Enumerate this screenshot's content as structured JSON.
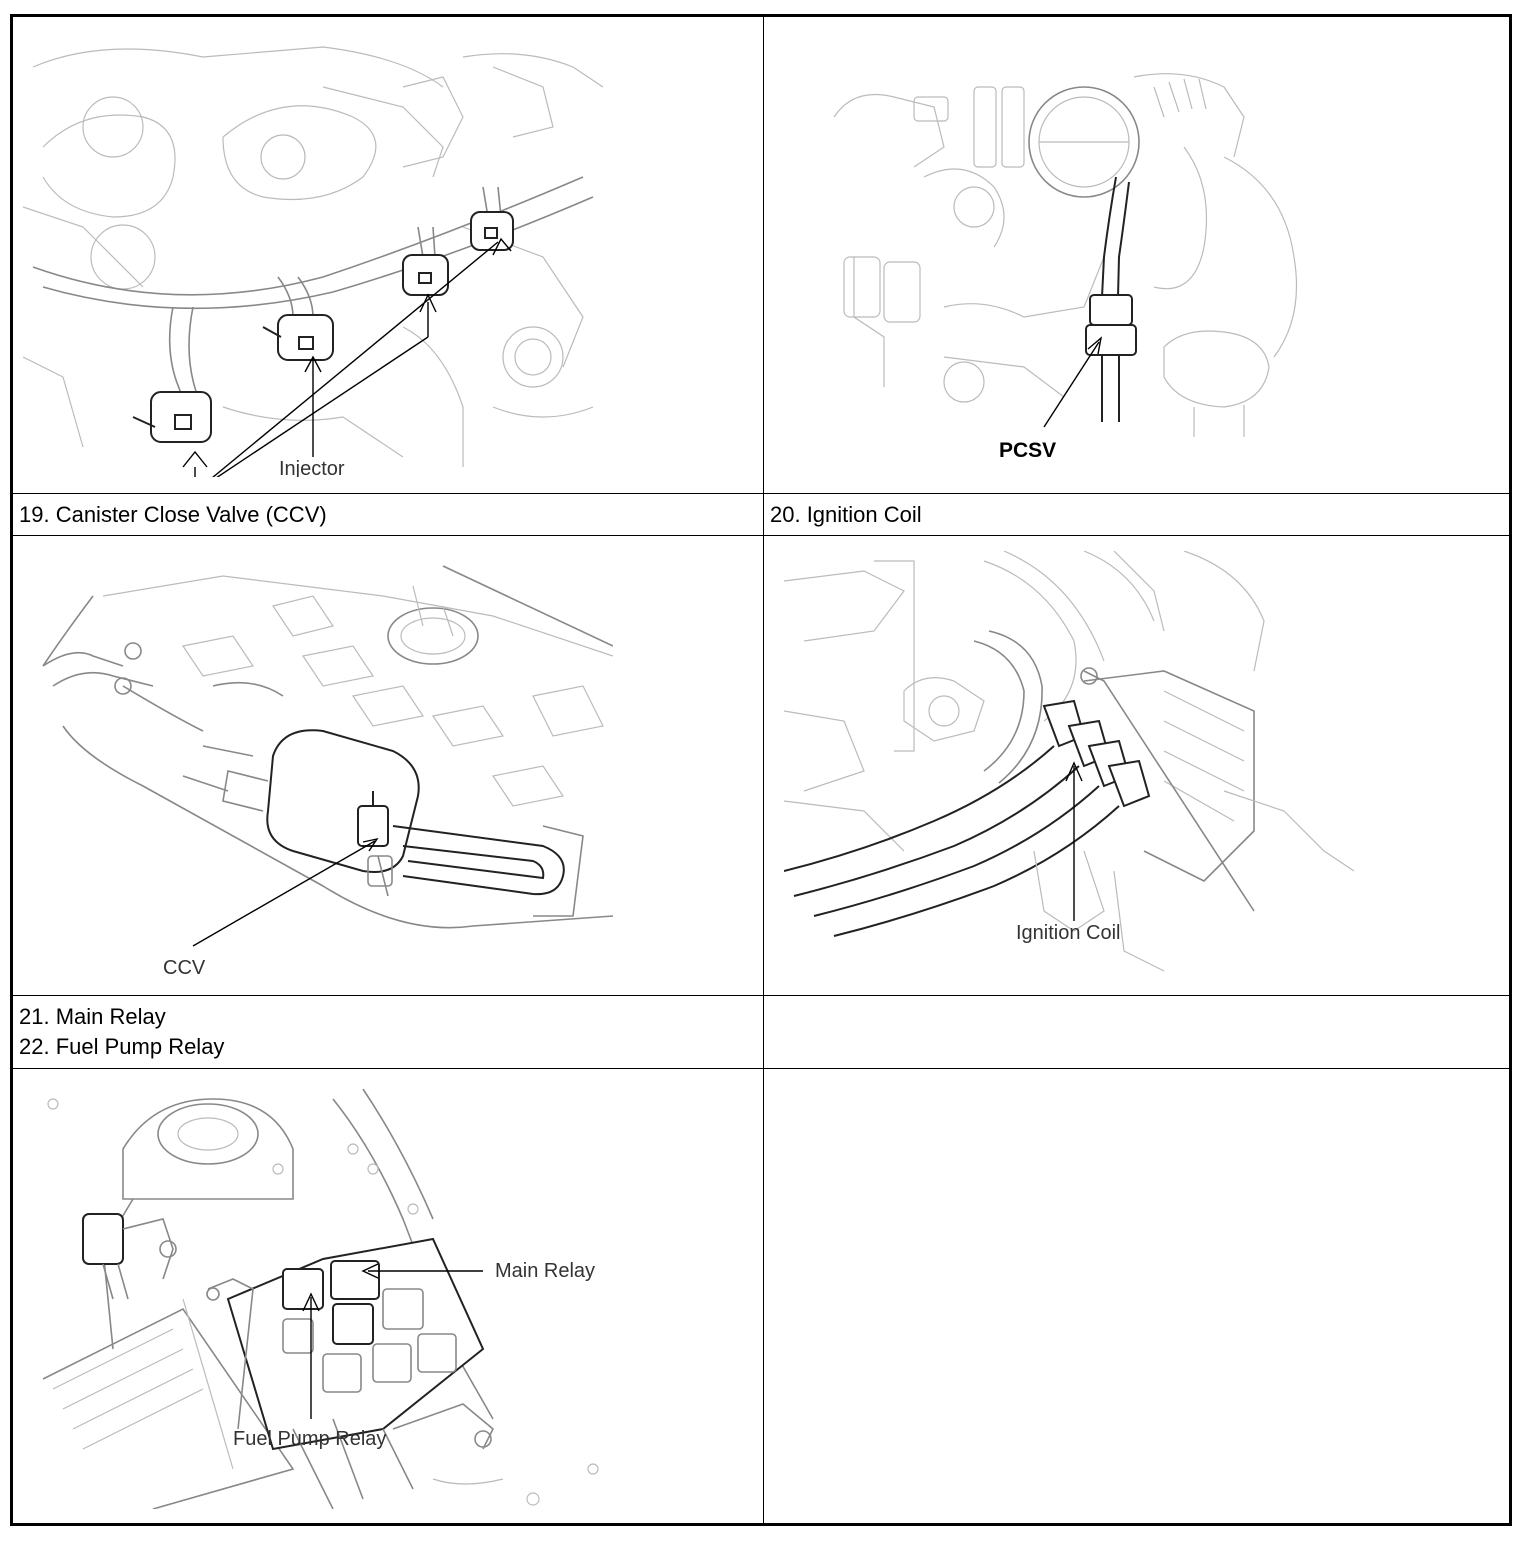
{
  "rows": [
    {
      "captions": [
        {
          "lines": [
            "19. Canister Close Valve (CCV)"
          ]
        },
        {
          "lines": [
            "20. Ignition Coil"
          ]
        }
      ]
    },
    {
      "captions": [
        {
          "lines": [
            "21. Main Relay",
            "22. Fuel Pump Relay"
          ]
        },
        {
          "lines": []
        }
      ]
    }
  ],
  "figures": {
    "injector": {
      "label": "Injector"
    },
    "pcsv": {
      "label": "PCSV"
    },
    "ccv": {
      "label": "CCV"
    },
    "ignition_coil": {
      "label": "Ignition Coil"
    },
    "relay": {
      "main_label": "Main Relay",
      "pump_label": "Fuel Pump Relay"
    }
  }
}
